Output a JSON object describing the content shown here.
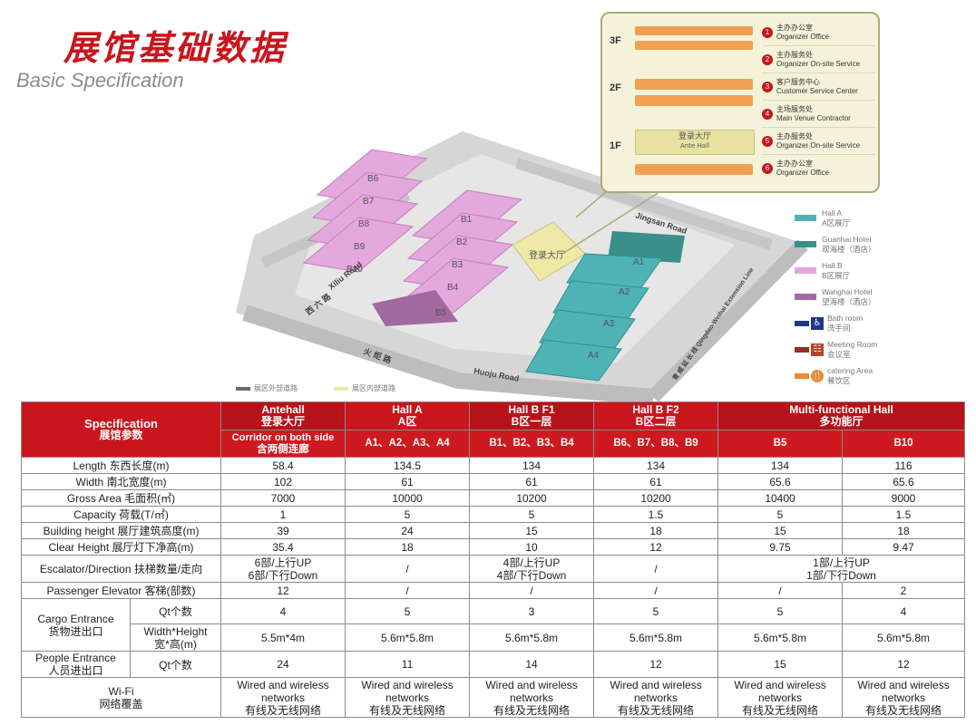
{
  "header": {
    "title_cn": "展馆基础数据",
    "title_en": "Basic Specification"
  },
  "map": {
    "road_labels": {
      "jingsan": "Jingsan Road",
      "xiliu": "Xiliu Road",
      "huoju": "Huoju Road",
      "huoju_cn": "火 炬 路",
      "xiliu_cn": "西 六 路",
      "qingdao": "青 威 延 长 线 Qingdao-Weihai Extension Line"
    },
    "hall_labels": [
      "A1",
      "A2",
      "A3",
      "A4",
      "B1",
      "B2",
      "B3",
      "B4",
      "B5",
      "B6",
      "B7",
      "B8",
      "B9",
      "B10",
      "登录大厅"
    ],
    "floors": [
      "3F",
      "2F",
      "1F"
    ],
    "ante_hall_label": "登录大厅",
    "ante_hall_label_en": "Ante Hall",
    "floor_services": [
      {
        "num": "1",
        "cn": "主办办公室",
        "en": "Organizer Office"
      },
      {
        "num": "2",
        "cn": "主办服务处",
        "en": "Organizer On-site Service"
      },
      {
        "num": "3",
        "cn": "客户服务中心",
        "en": "Customer Service Center"
      },
      {
        "num": "4",
        "cn": "主场服务处",
        "en": "Main Venue Contractor"
      },
      {
        "num": "5",
        "cn": "主办服务处",
        "en": "Organizer On-site Service"
      },
      {
        "num": "6",
        "cn": "主办办公室",
        "en": "Organizer Office"
      }
    ],
    "legend": [
      {
        "en": "Hall A",
        "cn": "A区展厅",
        "color": "#4fb3b5",
        "icon": "teal-bar-icon"
      },
      {
        "en": "Guanhai Hotel",
        "cn": "观海楼（酒店）",
        "color": "#3b8f8a",
        "icon": "dark-teal-bar-icon"
      },
      {
        "en": "Hall B",
        "cn": "B区展厅",
        "color": "#e2a6dc",
        "icon": "pink-bar-icon"
      },
      {
        "en": "Wanghai Hotel",
        "cn": "望海楼（酒店）",
        "color": "#a06aa0",
        "icon": "purple-bar-icon"
      },
      {
        "en": "Bath room",
        "cn": "洗手间",
        "color": "#1b3a8a",
        "icon": "restroom-icon"
      },
      {
        "en": "Meeting Room",
        "cn": "会议室",
        "color": "#9b2a2a",
        "icon": "meeting-room-icon"
      },
      {
        "en": "catering Area",
        "cn": "餐饮区",
        "color": "#f08a2a",
        "icon": "catering-icon"
      }
    ],
    "road_legend": [
      {
        "label": "展区外部道路",
        "color": "#6b6b6b"
      },
      {
        "label": "展区内部道路",
        "color": "#e8e8a8"
      }
    ]
  },
  "table": {
    "spec_en": "Specification",
    "spec_cn": "展馆参数",
    "groups": [
      {
        "en": "Antehall",
        "cn": "登录大厅",
        "sub_en": "Corridor on both side",
        "sub_cn": "含两侧连廊"
      },
      {
        "en": "Hall A",
        "cn": "A区",
        "sub": "A1、A2、A3、A4"
      },
      {
        "en": "Hall B F1",
        "cn": "B区一层",
        "sub": "B1、B2、B3、B4"
      },
      {
        "en": "Hall B F2",
        "cn": "B区二层",
        "sub": "B6、B7、B8、B9"
      },
      {
        "en": "Multi-functional Hall",
        "cn": "多功能厅",
        "sub1": "B5",
        "sub2": "B10"
      }
    ],
    "rows": [
      {
        "label": "Length  东西长度(m)",
        "values": [
          "58.4",
          "134.5",
          "134",
          "134",
          "134",
          "116"
        ]
      },
      {
        "label": "Width  南北宽度(m)",
        "values": [
          "102",
          "61",
          "61",
          "61",
          "65.6",
          "65.6"
        ]
      },
      {
        "label": "Gross Area  毛面积(㎡)",
        "values": [
          "7000",
          "10000",
          "10200",
          "10200",
          "10400",
          "9000"
        ]
      },
      {
        "label": "Capacity  荷载(T/㎡)",
        "values": [
          "1",
          "5",
          "5",
          "1.5",
          "5",
          "1.5"
        ]
      },
      {
        "label": "Building height  展厅建筑高度(m)",
        "values": [
          "39",
          "24",
          "15",
          "18",
          "15",
          "18"
        ]
      },
      {
        "label": "Clear Height  展厅灯下净高(m)",
        "values": [
          "35.4",
          "18",
          "10",
          "12",
          "9.75",
          "9.47"
        ]
      }
    ],
    "escalator": {
      "label": "Escalator/Direction  扶梯数量/走向",
      "antehall_1": "6部/上行UP",
      "antehall_2": "6部/下行Down",
      "hallA": "/",
      "hallB1_1": "4部/上行UP",
      "hallB1_2": "4部/下行Down",
      "hallB2": "/",
      "multi_1": "1部/上行UP",
      "multi_2": "1部/下行Down"
    },
    "elevator": {
      "label": "Passenger Elevator  客梯(部数)",
      "values": [
        "12",
        "/",
        "/",
        "/",
        "/",
        "2"
      ]
    },
    "cargo": {
      "label_en": "Cargo Entrance",
      "label_cn": "货物进出口",
      "qty_label": "Qt个数",
      "qty": [
        "4",
        "5",
        "3",
        "5",
        "5",
        "4"
      ],
      "size_label_en": "Width*Height",
      "size_label_cn": "宽*高(m)",
      "size": [
        "5.5m*4m",
        "5.6m*5.8m",
        "5.6m*5.8m",
        "5.6m*5.8m",
        "5.6m*5.8m",
        "5.6m*5.8m"
      ]
    },
    "people": {
      "label_en": "People Entrance",
      "label_cn": "人员进出口",
      "qty_label": "Qt个数",
      "qty": [
        "24",
        "11",
        "14",
        "12",
        "15",
        "12"
      ]
    },
    "wifi": {
      "label_en": "Wi-Fi",
      "label_cn": "网络覆盖",
      "value_en1": "Wired and wireless",
      "value_en2": "networks",
      "value_cn": "有线及无线网络"
    }
  }
}
